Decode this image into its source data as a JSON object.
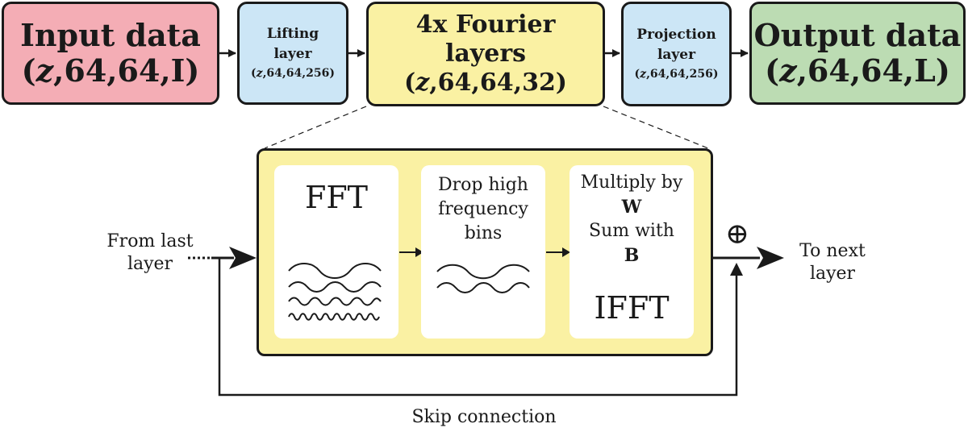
{
  "colors": {
    "input": "#f4adb5",
    "lifting": "#cce6f6",
    "fourier": "#faf1a3",
    "projection": "#cce6f6",
    "output": "#bcdcb3",
    "stroke": "#1a1a1a"
  },
  "blocks": {
    "input": {
      "title": "Input data",
      "shape_z": "z",
      "shape_rest": ",64,64,I)"
    },
    "lifting": {
      "line1": "Lifting",
      "line2": "layer",
      "shape_z": "z",
      "shape_rest": ",64,64,256)"
    },
    "fourier": {
      "line1": "4x Fourier",
      "line2": "layers",
      "shape_z": "z",
      "shape_rest": ",64,64,32)"
    },
    "projection": {
      "line1": "Projection",
      "line2": "layer",
      "shape_z": "z",
      "shape_rest": ",64,64,256)"
    },
    "output": {
      "title": "Output data",
      "shape_z": "z",
      "shape_rest": ",64,64,L)"
    }
  },
  "detail": {
    "fft_label": "FFT",
    "drop_line1": "Drop high",
    "drop_line2": "frequency",
    "drop_line3": "bins",
    "mult_line1": "Multiply by",
    "mult_w": "W",
    "sum_line": "Sum with",
    "sum_b": "B",
    "ifft_label": "IFFT",
    "plus_symbol": "⊕"
  },
  "labels": {
    "from_line1": "From last",
    "from_line2": "layer",
    "to_line1": "To next",
    "to_line2": "layer",
    "skip": "Skip connection"
  }
}
